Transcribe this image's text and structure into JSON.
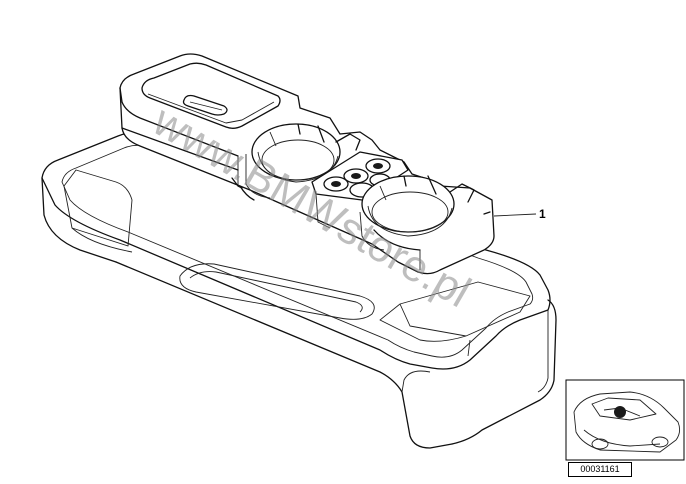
{
  "callouts": [
    {
      "id": "1",
      "label": "1"
    }
  ],
  "watermark": "www.BMWstore.pl",
  "reference_code": "00031161",
  "thumbnail": {
    "icon": "car-location-icon"
  }
}
